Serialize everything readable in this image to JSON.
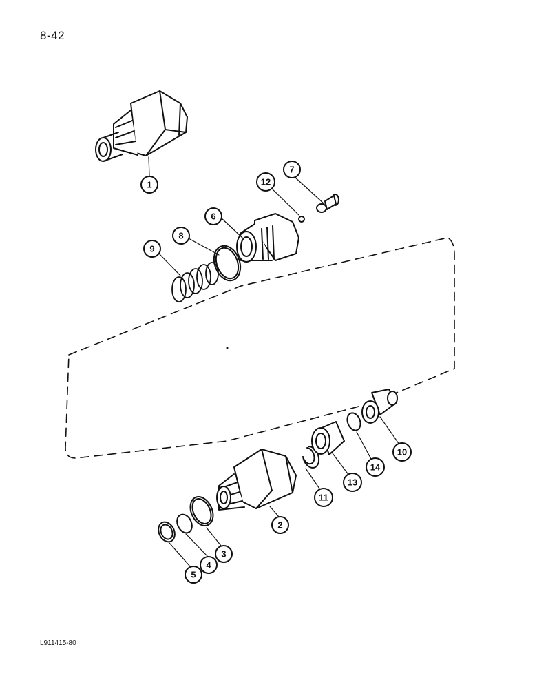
{
  "page": {
    "page_number": "8-42",
    "figure_code": "L911415-80"
  },
  "callouts": {
    "c1": "1",
    "c2": "2",
    "c3": "3",
    "c4": "4",
    "c5": "5",
    "c6": "6",
    "c7": "7",
    "c8": "8",
    "c9": "9",
    "c10": "10",
    "c11": "11",
    "c12": "12",
    "c13": "13",
    "c14": "14"
  },
  "parts": [
    {
      "id": "c1",
      "name": "coupler-assembly-upper"
    },
    {
      "id": "c2",
      "name": "coupler-body-lower"
    },
    {
      "id": "c3",
      "name": "o-ring-large"
    },
    {
      "id": "c4",
      "name": "o-ring-small"
    },
    {
      "id": "c5",
      "name": "backup-ring"
    },
    {
      "id": "c6",
      "name": "threaded-sleeve"
    },
    {
      "id": "c7",
      "name": "bleed-screw"
    },
    {
      "id": "c8",
      "name": "o-ring"
    },
    {
      "id": "c9",
      "name": "spring"
    },
    {
      "id": "c10",
      "name": "valve-poppet"
    },
    {
      "id": "c11",
      "name": "snap-ring"
    },
    {
      "id": "c12",
      "name": "small-seal"
    },
    {
      "id": "c13",
      "name": "collar"
    },
    {
      "id": "c14",
      "name": "o-ring-poppet"
    }
  ]
}
